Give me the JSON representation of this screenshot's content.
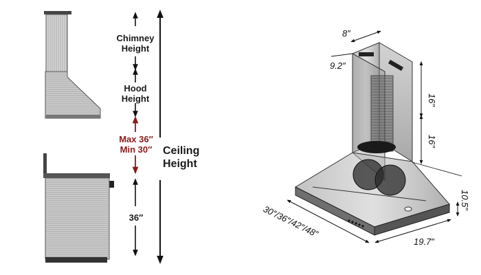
{
  "left_diagram": {
    "chimney_height": [
      "Chimney",
      "Height"
    ],
    "hood_height": [
      "Hood",
      "Height"
    ],
    "clearance": [
      "Max 36″",
      "Min 30″"
    ],
    "counter_height": "36″",
    "ceiling_height": [
      "Ceiling",
      "Height"
    ],
    "accent_color": "#8b1a1a"
  },
  "right_diagram": {
    "chimney_width": "8″",
    "chimney_depth": "9.2″",
    "upper_chimney": "16″",
    "lower_chimney": "16″",
    "hood_height": "10.5″",
    "hood_widths": "30″/36″/42″/48″",
    "hood_depth": "19.7″"
  }
}
